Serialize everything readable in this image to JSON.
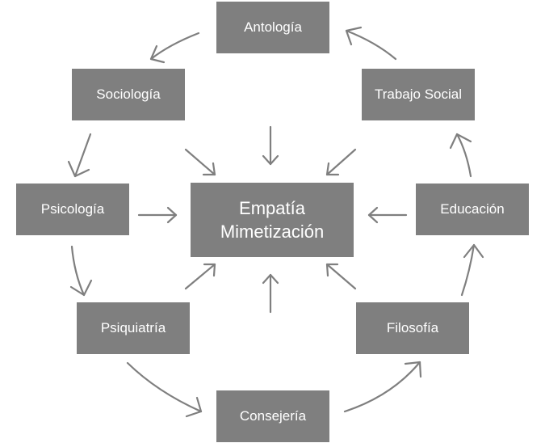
{
  "diagram": {
    "center": {
      "line1": "Empatía",
      "line2": "Mimetización"
    },
    "nodes": {
      "antologia": "Antología",
      "sociologia": "Sociología",
      "trabajo_social": "Trabajo Social",
      "psicologia": "Psicología",
      "educacion": "Educación",
      "psiquiatria": "Psiquiatría",
      "filosofia": "Filosofía",
      "consejeria": "Consejería"
    },
    "colors": {
      "box": "#7f7f7f",
      "text": "#ffffff",
      "arrow": "#7f7f7f",
      "background": "#ffffff"
    },
    "edges": [
      {
        "from": "Antología",
        "to": "Sociología"
      },
      {
        "from": "Sociología",
        "to": "Psicología"
      },
      {
        "from": "Psicología",
        "to": "Psiquiatría"
      },
      {
        "from": "Psiquiatría",
        "to": "Consejería"
      },
      {
        "from": "Consejería",
        "to": "Filosofía"
      },
      {
        "from": "Filosofía",
        "to": "Educación"
      },
      {
        "from": "Educación",
        "to": "Trabajo Social"
      },
      {
        "from": "Trabajo Social",
        "to": "Antología"
      },
      {
        "from": "Sociología",
        "to": "Empatía Mimetización"
      },
      {
        "from": "Antología",
        "to": "Empatía Mimetización"
      },
      {
        "from": "Trabajo Social",
        "to": "Empatía Mimetización"
      },
      {
        "from": "Psicología",
        "to": "Empatía Mimetización"
      },
      {
        "from": "Educación",
        "to": "Empatía Mimetización"
      },
      {
        "from": "Psiquiatría",
        "to": "Empatía Mimetización"
      },
      {
        "from": "Consejería",
        "to": "Empatía Mimetización"
      },
      {
        "from": "Filosofía",
        "to": "Empatía Mimetización"
      }
    ]
  }
}
